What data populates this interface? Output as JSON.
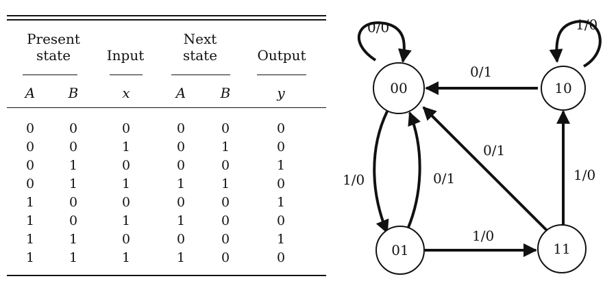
{
  "table": {
    "groups": {
      "present_line1": "Present",
      "present_line2": "state",
      "input": "Input",
      "next_line1": "Next",
      "next_line2": "state",
      "output": "Output"
    },
    "vars": [
      "A",
      "B",
      "x",
      "A",
      "B",
      "y"
    ],
    "rows": [
      [
        "0",
        "0",
        "0",
        "0",
        "0",
        "0"
      ],
      [
        "0",
        "0",
        "1",
        "0",
        "1",
        "0"
      ],
      [
        "0",
        "1",
        "0",
        "0",
        "0",
        "1"
      ],
      [
        "0",
        "1",
        "1",
        "1",
        "1",
        "0"
      ],
      [
        "1",
        "0",
        "0",
        "0",
        "0",
        "1"
      ],
      [
        "1",
        "0",
        "1",
        "1",
        "0",
        "0"
      ],
      [
        "1",
        "1",
        "0",
        "0",
        "0",
        "1"
      ],
      [
        "1",
        "1",
        "1",
        "1",
        "0",
        "0"
      ]
    ]
  },
  "diagram": {
    "states": {
      "s00": "00",
      "s01": "01",
      "s10": "10",
      "s11": "11"
    },
    "transitions": {
      "loop_00": "0/0",
      "loop_10": "1/0",
      "t10_00": "0/1",
      "t00_01": "1/0",
      "t01_00": "0/1",
      "t11_00": "0/1",
      "t01_11": "1/0",
      "t11_10": "1/0"
    }
  }
}
